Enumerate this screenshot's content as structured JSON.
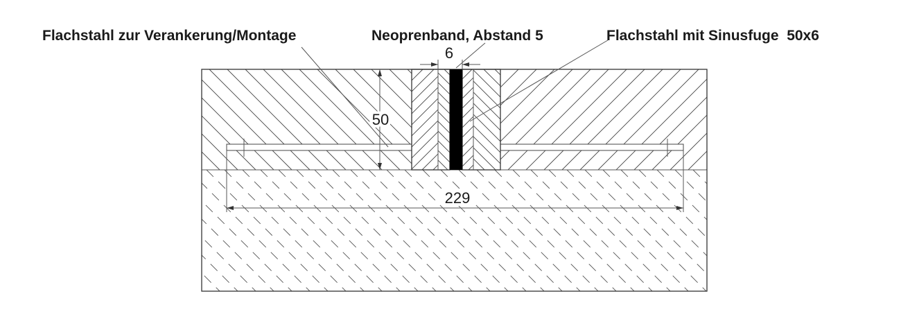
{
  "labels": {
    "anchor_steel": "Flachstahl zur Verankerung/Montage",
    "neoprene": "Neoprenband, Abstand 5",
    "sinus_steel": "Flachstahl mit Sinusfuge  50x6"
  },
  "dimensions": {
    "gap_width": "6",
    "height": "50",
    "length": "229"
  },
  "colors": {
    "line": "#333333",
    "neoprene_fill": "#000000",
    "background": "#ffffff"
  }
}
